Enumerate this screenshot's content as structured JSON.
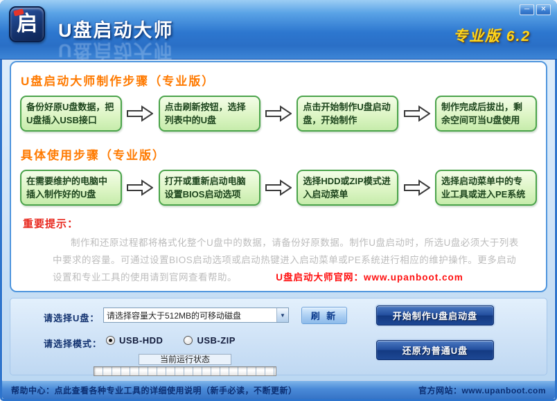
{
  "colors": {
    "header_blue": "#2d77cf",
    "frame_blue": "#2e74cc",
    "accent_orange": "#ff7a00",
    "step_green_border": "#4aa34a",
    "step_green_fill": "#ddf5c5",
    "notice_red": "#e8281e",
    "link_red": "#ff0f0f",
    "button_navy": "#1d4794",
    "edition_gold": "#ffd71e"
  },
  "window": {
    "logo_char": "启",
    "title": "U盘启动大师",
    "edition": "专业版 6.2",
    "minimize_glyph": "─",
    "close_glyph": "✕"
  },
  "sections": {
    "make_title": "U盘启动大师制作步骤（专业版）",
    "make_steps": [
      "备份好原U盘数据，把U盘插入USB接口",
      "点击刷新按钮，选择列表中的U盘",
      "点击开始制作U盘启动盘，开始制作",
      "制作完成后拔出，剩余空间可当U盘使用"
    ],
    "use_title": "具体使用步骤（专业版）",
    "use_steps": [
      "在需要维护的电脑中插入制作好的U盘",
      "打开或重新启动电脑设置BIOS启动选项",
      "选择HDD或ZIP模式进入启动菜单",
      "选择启动菜单中的专业工具或进入PE系统"
    ],
    "notice_label": "重要提示：",
    "notice_text": "制作和还原过程都将格式化整个U盘中的数据，请备份好原数据。制作U盘启动时，所选U盘必须大于列表中要求的容量。可通过设置BIOS启动选项或启动热键进入启动菜单或PE系统进行相应的维护操作。更多启动设置和专业工具的使用请到官网查看帮助。",
    "official_link": "U盘启动大师官网：www.upanboot.com"
  },
  "controls": {
    "usb_label": "请选择U盘：",
    "usb_select_value": "请选择容量大于512MB的可移动磁盘",
    "dropdown_glyph": "▼",
    "refresh_button": "刷 新",
    "start_button": "开始制作U盘启动盘",
    "mode_label": "请选择模式：",
    "mode_hdd": "USB-HDD",
    "mode_zip": "USB-ZIP",
    "mode_selected": "USB-HDD",
    "hdd_radio_class": "radio on",
    "zip_radio_class": "radio",
    "restore_button": "还原为普通U盘",
    "status_title": "当前运行状态"
  },
  "statusbar": {
    "help_text": "帮助中心：点此查看各种专业工具的详细使用说明（新手必读，不断更新）",
    "site_text": "官方网站：www.upanboot.com"
  }
}
